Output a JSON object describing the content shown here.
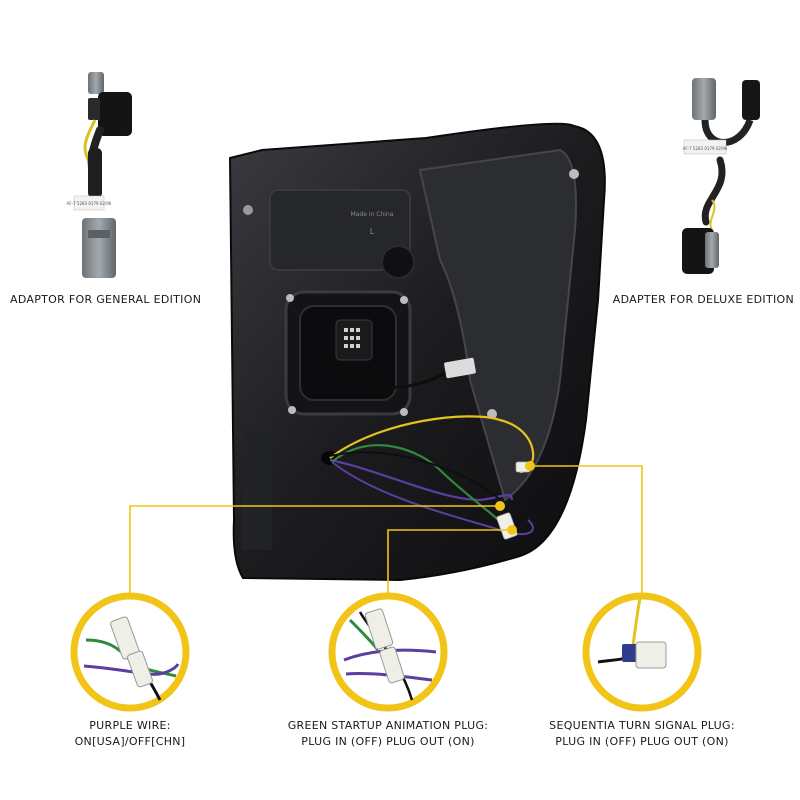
{
  "adapters": {
    "general": {
      "label": "ADAPTOR FOR GENERAL EDITION",
      "tag_text": "AF-7 5283 0179 02/96"
    },
    "deluxe": {
      "label": "ADAPTER FOR DELUXE EDITION",
      "tag_text": "AF-7 5283 0179 02/96"
    }
  },
  "housing": {
    "stamp_text": "Made in China",
    "side_letter": "L"
  },
  "callouts": [
    {
      "line1": "PURPLE WIRE:",
      "line2": "ON[USA]/OFF[CHN]"
    },
    {
      "line1": "GREEN STARTUP ANIMATION PLUG:",
      "line2": "PLUG IN (OFF) PLUG OUT (ON)"
    },
    {
      "line1": "SEQUENTIA TURN SIGNAL PLUG:",
      "line2": "PLUG IN (OFF) PLUG OUT (ON)"
    }
  ],
  "colors": {
    "accent": "#f2c418",
    "wire_green": "#2f8a3c",
    "wire_purple": "#5a3ea0",
    "wire_yellow": "#e4c21f",
    "housing": "#1c1c1f"
  }
}
